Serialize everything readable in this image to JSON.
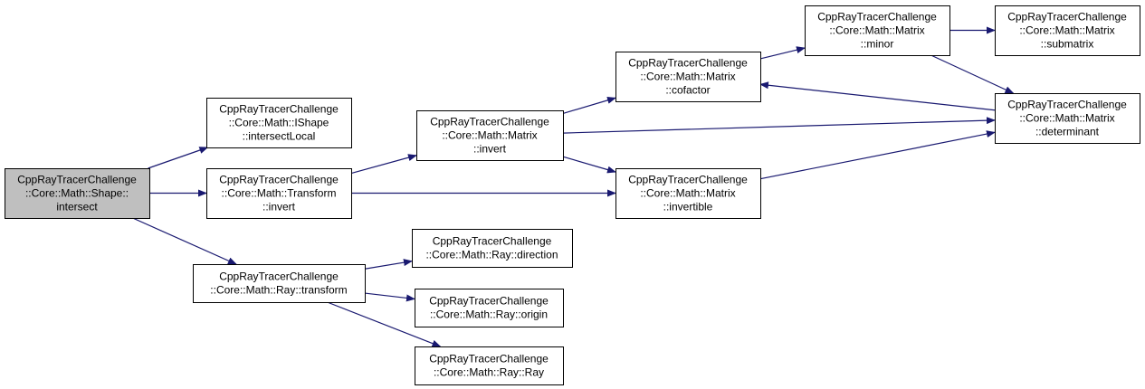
{
  "colors": {
    "edge": "#191970",
    "node_fill": "#ffffff",
    "root_fill": "#bfbfbf",
    "node_border": "#000000"
  },
  "nodes": [
    {
      "id": "shape_intersect",
      "lines": [
        "CppRayTracerChallenge",
        "::Core::Math::Shape::",
        "intersect"
      ],
      "root": true
    },
    {
      "id": "ishape_intersectlocal",
      "lines": [
        "CppRayTracerChallenge",
        "::Core::Math::IShape",
        "::intersectLocal"
      ]
    },
    {
      "id": "transform_invert",
      "lines": [
        "CppRayTracerChallenge",
        "::Core::Math::Transform",
        "::invert"
      ]
    },
    {
      "id": "ray_transform",
      "lines": [
        "CppRayTracerChallenge",
        "::Core::Math::Ray::transform"
      ]
    },
    {
      "id": "matrix_invert",
      "lines": [
        "CppRayTracerChallenge",
        "::Core::Math::Matrix",
        "::invert"
      ]
    },
    {
      "id": "matrix_invertible",
      "lines": [
        "CppRayTracerChallenge",
        "::Core::Math::Matrix",
        "::invertible"
      ]
    },
    {
      "id": "matrix_cofactor",
      "lines": [
        "CppRayTracerChallenge",
        "::Core::Math::Matrix",
        "::cofactor"
      ]
    },
    {
      "id": "matrix_minor",
      "lines": [
        "CppRayTracerChallenge",
        "::Core::Math::Matrix",
        "::minor"
      ]
    },
    {
      "id": "matrix_determinant",
      "lines": [
        "CppRayTracerChallenge",
        "::Core::Math::Matrix",
        "::determinant"
      ]
    },
    {
      "id": "matrix_submatrix",
      "lines": [
        "CppRayTracerChallenge",
        "::Core::Math::Matrix",
        "::submatrix"
      ]
    },
    {
      "id": "ray_direction",
      "lines": [
        "CppRayTracerChallenge",
        "::Core::Math::Ray::direction"
      ]
    },
    {
      "id": "ray_origin",
      "lines": [
        "CppRayTracerChallenge",
        "::Core::Math::Ray::origin"
      ]
    },
    {
      "id": "ray_ray",
      "lines": [
        "CppRayTracerChallenge",
        "::Core::Math::Ray::Ray"
      ]
    }
  ],
  "edges": [
    {
      "from": "shape_intersect",
      "to": "ishape_intersectlocal"
    },
    {
      "from": "shape_intersect",
      "to": "transform_invert"
    },
    {
      "from": "shape_intersect",
      "to": "ray_transform"
    },
    {
      "from": "transform_invert",
      "to": "matrix_invert"
    },
    {
      "from": "transform_invert",
      "to": "matrix_invertible"
    },
    {
      "from": "matrix_invert",
      "to": "matrix_cofactor"
    },
    {
      "from": "matrix_invert",
      "to": "matrix_determinant"
    },
    {
      "from": "matrix_invert",
      "to": "matrix_invertible"
    },
    {
      "from": "matrix_cofactor",
      "to": "matrix_minor"
    },
    {
      "from": "matrix_minor",
      "to": "matrix_submatrix"
    },
    {
      "from": "matrix_minor",
      "to": "matrix_determinant"
    },
    {
      "from": "matrix_determinant",
      "to": "matrix_cofactor"
    },
    {
      "from": "matrix_invertible",
      "to": "matrix_determinant"
    },
    {
      "from": "ray_transform",
      "to": "ray_direction"
    },
    {
      "from": "ray_transform",
      "to": "ray_origin"
    },
    {
      "from": "ray_transform",
      "to": "ray_ray"
    }
  ]
}
